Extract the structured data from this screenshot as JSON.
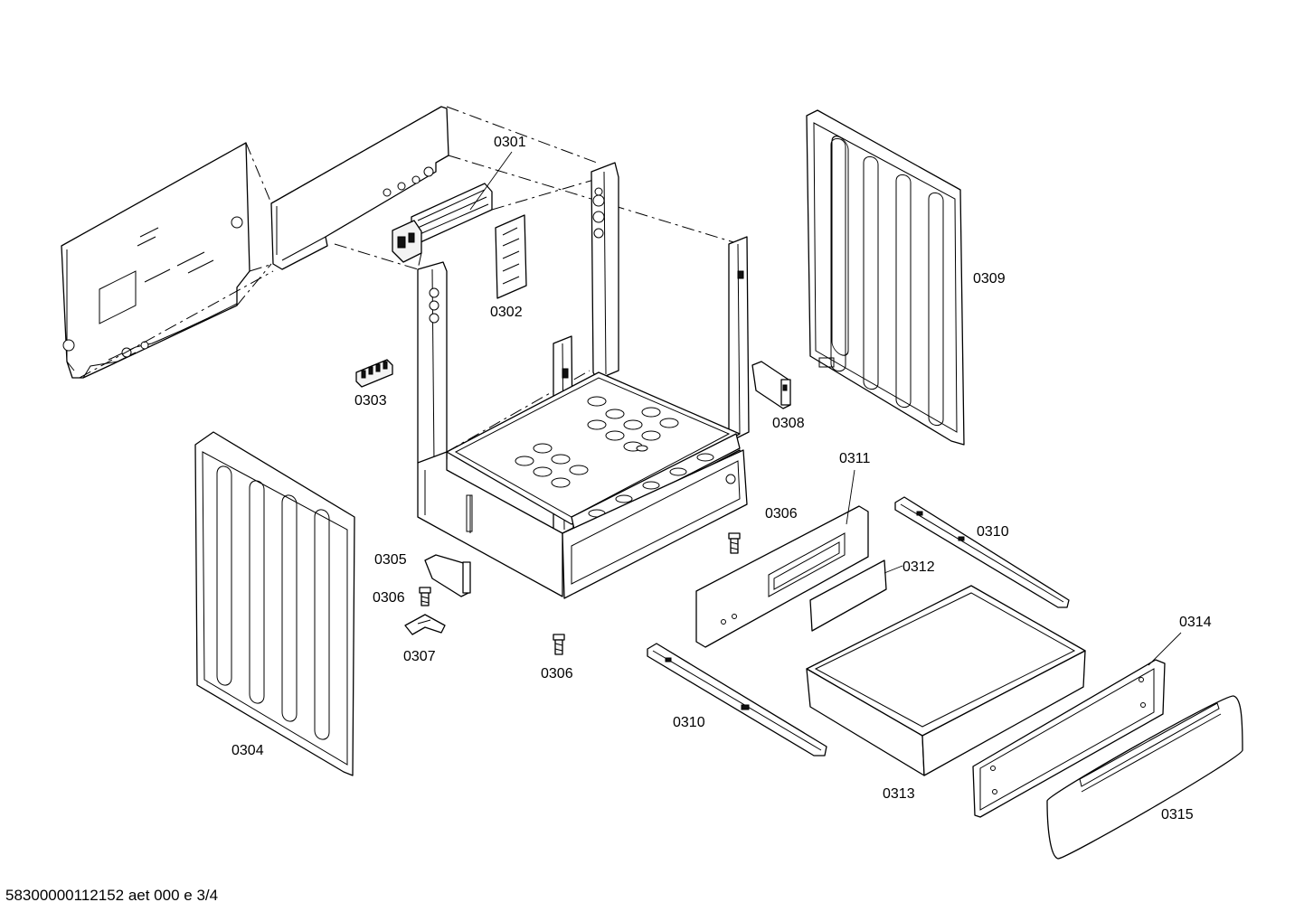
{
  "footer": {
    "text": "58300000112152 aet 000 e 3/4"
  },
  "labels": {
    "p0301": "0301",
    "p0302": "0302",
    "p0303": "0303",
    "p0304": "0304",
    "p0305": "0305",
    "p0306a": "0306",
    "p0306b": "0306",
    "p0306c": "0306",
    "p0307": "0307",
    "p0308": "0308",
    "p0309": "0309",
    "p0310a": "0310",
    "p0310b": "0310",
    "p0311": "0311",
    "p0312": "0312",
    "p0313": "0313",
    "p0314": "0314",
    "p0315": "0315"
  }
}
